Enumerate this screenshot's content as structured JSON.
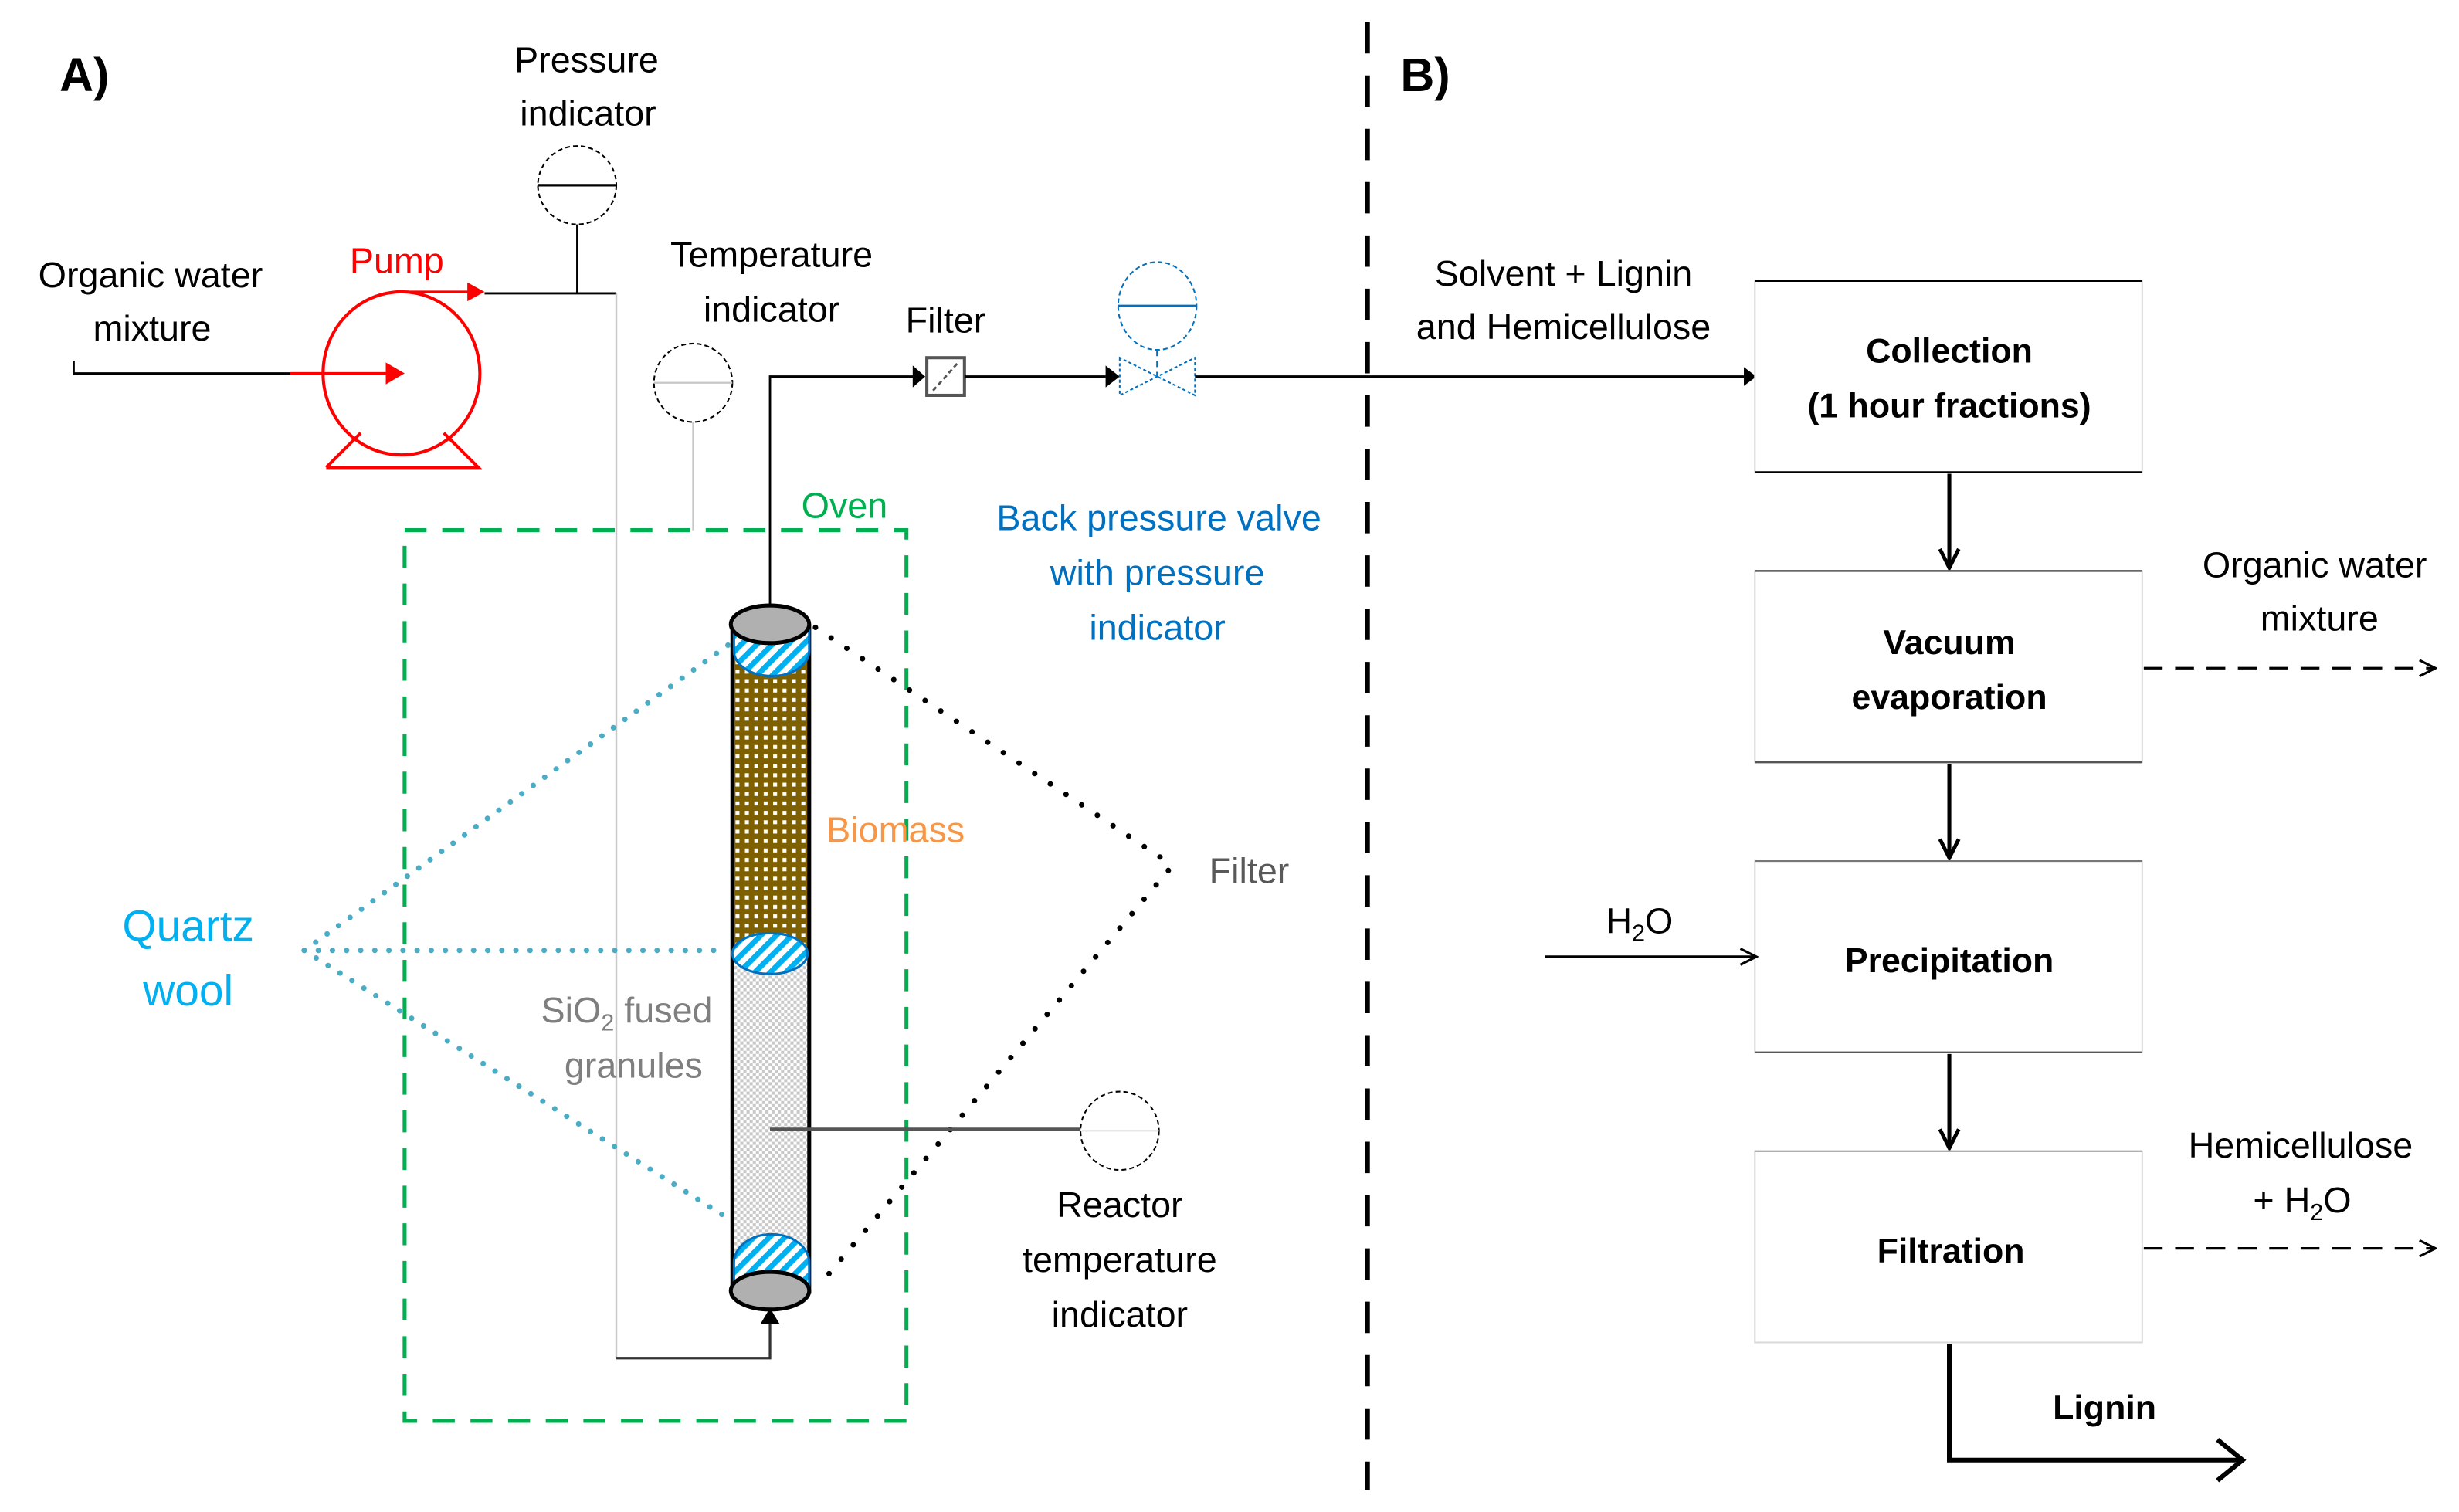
{
  "panels": {
    "a_label": "A)",
    "b_label": "B)"
  },
  "panel_a": {
    "inlet_label_line1": "Organic water",
    "inlet_label_line2": "mixture",
    "pump_label": "Pump",
    "pressure_indicator_line1": "Pressure",
    "pressure_indicator_line2": "indicator",
    "temperature_indicator_line1": "Temperature",
    "temperature_indicator_line2": "indicator",
    "filter_top_label": "Filter",
    "oven_label": "Oven",
    "back_pressure_line1": "Back pressure valve",
    "back_pressure_line2": "with pressure",
    "back_pressure_line3": "indicator",
    "biomass_label": "Biomass",
    "filter_side_label": "Filter",
    "quartz_wool_line1": "Quartz",
    "quartz_wool_line2": "wool",
    "sio2_line1_main": "SiO",
    "sio2_line1_sub": "2",
    "sio2_line1_rest": " fused",
    "sio2_line2": "granules",
    "reactor_temp_line1": "Reactor",
    "reactor_temp_line2": "temperature",
    "reactor_temp_line3": "indicator"
  },
  "panel_b": {
    "inflow_line1": "Solvent + Lignin",
    "inflow_line2": "and Hemicellulose",
    "steps": [
      {
        "line1": "Collection",
        "line2": "(1 hour fractions)"
      },
      {
        "line1": "Vacuum",
        "line2": "evaporation"
      },
      {
        "line1": "Precipitation",
        "line2": ""
      },
      {
        "line1": "Filtration",
        "line2": ""
      }
    ],
    "side_outputs": [
      {
        "line1": "Organic water",
        "line2": "mixture"
      },
      {
        "line1": "Hemicellulose",
        "line2_main": "+ H",
        "line2_sub": "2",
        "line2_rest": "O"
      }
    ],
    "water_input_main": "H",
    "water_input_sub": "2",
    "water_input_rest": "O",
    "product_label": "Lignin"
  },
  "colors": {
    "pump": "#ff0000",
    "oven": "#00b050",
    "back_pressure_valve": "#0070c0",
    "quartz_wool": "#00b0f0",
    "quartz_dots": "#4bacc6",
    "biomass_text": "#f79646",
    "biomass_fill": "#7f6000",
    "sio2_text": "#7f7f7f",
    "filter_text": "#595959"
  }
}
